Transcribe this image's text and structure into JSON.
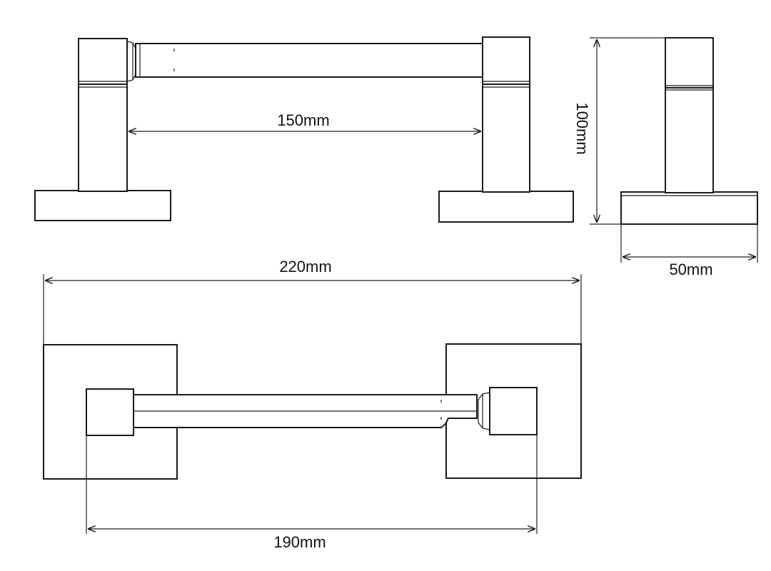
{
  "dimensions": {
    "inner_width": "150mm",
    "height": "100mm",
    "depth": "50mm",
    "overall_length": "220mm",
    "mount_spacing": "190mm"
  },
  "colors": {
    "line": "#1a1a1a",
    "background": "#ffffff"
  }
}
